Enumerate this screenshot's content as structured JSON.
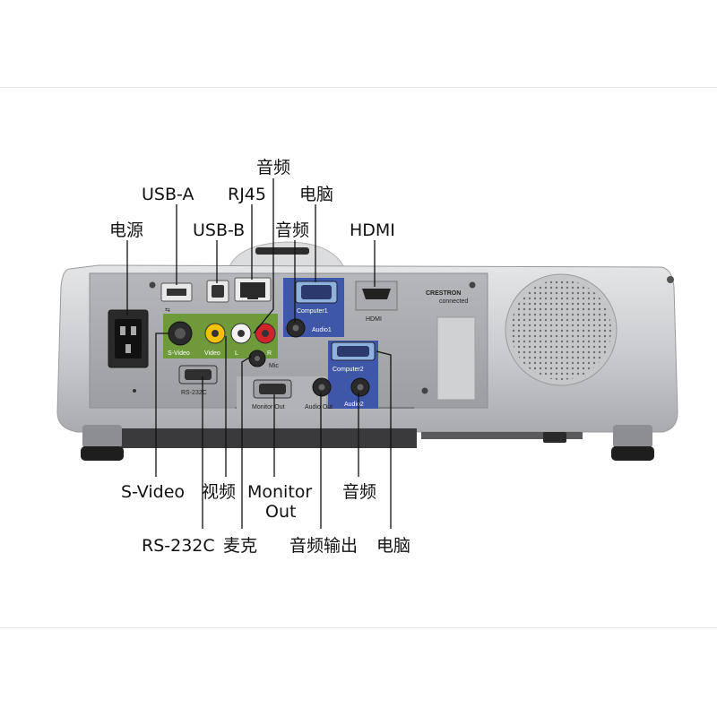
{
  "labels": {
    "top": {
      "power": "电源",
      "usb_a": "USB-A",
      "usb_b": "USB-B",
      "rj45": "RJ45",
      "audio_top": "音频",
      "audio_mid": "音频",
      "computer_top": "电脑",
      "hdmi": "HDMI"
    },
    "bottom": {
      "s_video": "S-Video",
      "video": "视频",
      "monitor_out_line1": "Monitor",
      "monitor_out_line2": "Out",
      "audio_right": "音频",
      "rs232c": "RS-232C",
      "mic": "麦克",
      "audio_out": "音频输出",
      "computer_bottom": "电脑"
    }
  },
  "panel_text": {
    "computer1": "Computer1",
    "audio1": "Audio1",
    "hdmi": "HDMI",
    "s_video": "S-Video",
    "video": "Video",
    "left": "L",
    "right": "R",
    "rs232c": "RS-232C",
    "mic": "Mic",
    "computer2": "Computer2",
    "monitor_out": "Monitor Out",
    "audio_out": "Audio Out",
    "audio2": "Audio2",
    "brand": "CRESTRON",
    "brand_sub": "connected"
  },
  "colors": {
    "body": "#c9cacc",
    "panel": "#a7a9ad",
    "computer_blue": "#3f57a8",
    "video_green": "#6f9a3c",
    "video_yellow": "#f2c200",
    "audio_white": "#f2f2f2",
    "audio_red": "#d2232a",
    "line": "#111111"
  }
}
